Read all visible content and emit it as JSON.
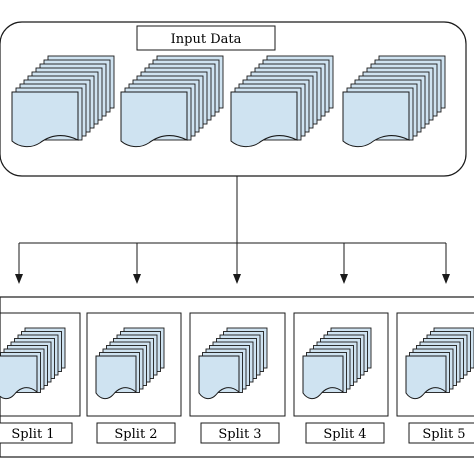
{
  "input": {
    "label": "Input Data"
  },
  "splits": [
    {
      "label": "Split 1"
    },
    {
      "label": "Split 2"
    },
    {
      "label": "Split 3"
    },
    {
      "label": "Split 4"
    },
    {
      "label": "Split 5"
    }
  ],
  "colors": {
    "page_fill": "#cfe3f1",
    "stroke": "#1a1a1a",
    "background": "#ffffff"
  },
  "icons": {
    "document_stack": "stacked-document-icon"
  }
}
